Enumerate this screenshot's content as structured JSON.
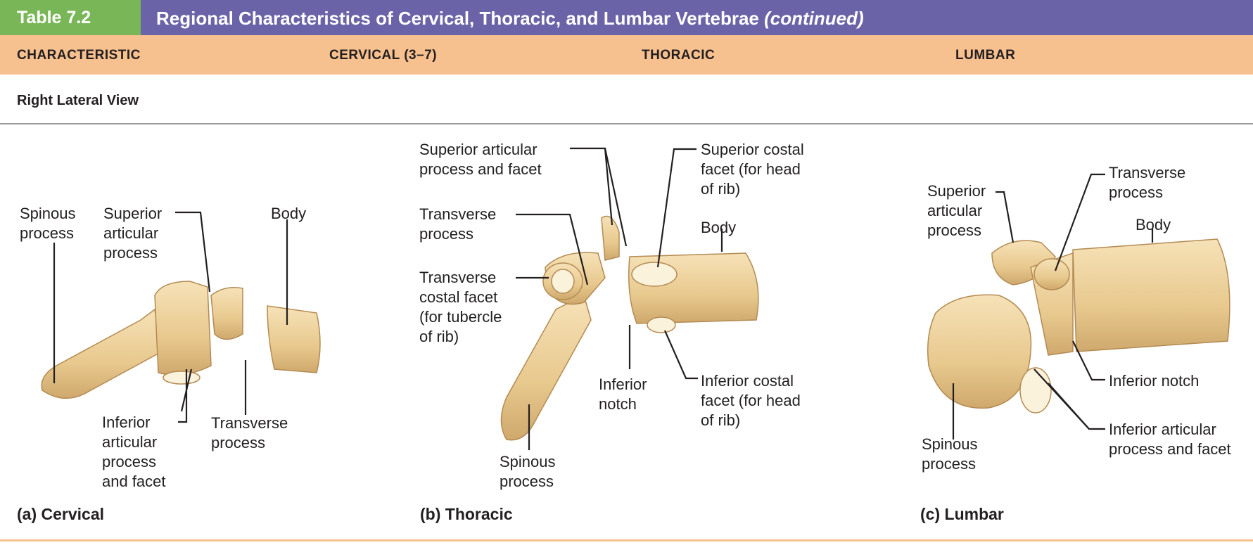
{
  "table": {
    "number": "Table 7.2",
    "title": "Regional Characteristics of Cervical, Thoracic, and Lumbar Vertebrae",
    "title_suffix": "(continued)"
  },
  "columns": [
    "CHARACTERISTIC",
    "CERVICAL (3–7)",
    "THORACIC",
    "LUMBAR"
  ],
  "section": "Right Lateral View",
  "figures": {
    "cervical": {
      "caption_letter": "(a)",
      "caption": "Cervical",
      "labels": {
        "spinous": "Spinous\nprocess",
        "superior": "Superior\narticular\nprocess",
        "body": "Body",
        "inferior": "Inferior\narticular\nprocess\nand facet",
        "transverse": "Transverse\nprocess"
      }
    },
    "thoracic": {
      "caption_letter": "(b)",
      "caption": "Thoracic",
      "labels": {
        "superior_articular": "Superior articular\nprocess and facet",
        "superior_costal": "Superior costal\nfacet (for head\nof rib)",
        "transverse": "Transverse\nprocess",
        "body": "Body",
        "transverse_costal": "Transverse\ncostal facet\n(for tubercle\nof rib)",
        "inferior_notch": "Inferior\nnotch",
        "inferior_costal": "Inferior costal\nfacet (for head\nof rib)",
        "spinous": "Spinous\nprocess"
      }
    },
    "lumbar": {
      "caption_letter": "(c)",
      "caption": "Lumbar",
      "labels": {
        "superior": "Superior\narticular\nprocess",
        "transverse": "Transverse\nprocess",
        "body": "Body",
        "inferior_notch": "Inferior notch",
        "spinous": "Spinous\nprocess",
        "inferior_articular": "Inferior articular\nprocess and facet"
      }
    }
  },
  "colors": {
    "title_bar": "#6b63a8",
    "table_label": "#79b657",
    "header_row": "#f7c08f",
    "bone": "#ecd09b",
    "bone_shadow": "#c9a066"
  }
}
